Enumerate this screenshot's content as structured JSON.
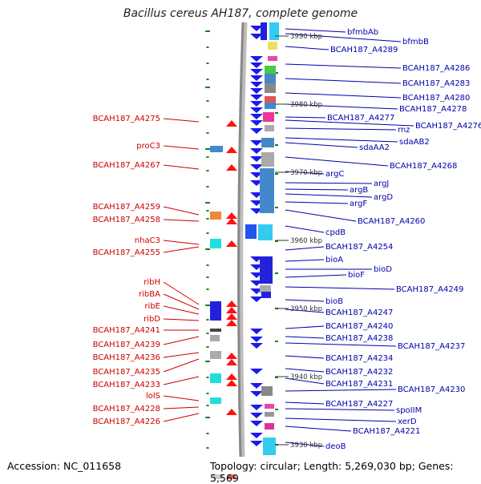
{
  "title": "Bacillus cereus AH187, complete genome",
  "footer": {
    "accession": "Accession: NC_011658",
    "summary": "Topology: circular; Length: 5,269,030 bp; Genes: 5,569"
  },
  "colors": {
    "left_labels": "#cc0000",
    "right_labels": "#0000aa",
    "backbone": "#888888",
    "marker": "#0a8a0a"
  },
  "kbp_marks": [
    "3990 kbp",
    "3980 kbp",
    "3970 kbp",
    "3960 kbp",
    "3950 kbp",
    "3940 kbp",
    "3930 kbp"
  ],
  "left_labels": [
    "BCAH187_A4275",
    "proC3",
    "BCAH187_A4267",
    "BCAH187_A4259",
    "BCAH187_A4258",
    "nhaC3",
    "BCAH187_A4255",
    "ribH",
    "ribBA",
    "ribE",
    "ribD",
    "BCAH187_A4241",
    "BCAH187_A4239",
    "BCAH187_A4236",
    "BCAH187_A4235",
    "BCAH187_A4233",
    "lolS",
    "BCAH187_A4228",
    "BCAH187_A4226"
  ],
  "right_labels": [
    "bfmbAb",
    "bfmbB",
    "BCAH187_A4289",
    "BCAH187_A4286",
    "BCAH187_A4283",
    "BCAH187_A4280",
    "BCAH187_A4278",
    "BCAH187_A4277",
    "BCAH187_A4276",
    "rnz",
    "sdaAB2",
    "sdaAA2",
    "BCAH187_A4268",
    "argC",
    "argJ",
    "argB",
    "argD",
    "argF",
    "BCAH187_A4260",
    "cpdB",
    "BCAH187_A4254",
    "bioA",
    "bioD",
    "bioF",
    "BCAH187_A4249",
    "bioB",
    "BCAH187_A4247",
    "BCAH187_A4240",
    "BCAH187_A4238",
    "BCAH187_A4237",
    "BCAH187_A4234",
    "BCAH187_A4232",
    "BCAH187_A4231",
    "BCAH187_A4230",
    "BCAH187_A4227",
    "spoIIM",
    "xerD",
    "BCAH187_A4221",
    "deoB"
  ]
}
